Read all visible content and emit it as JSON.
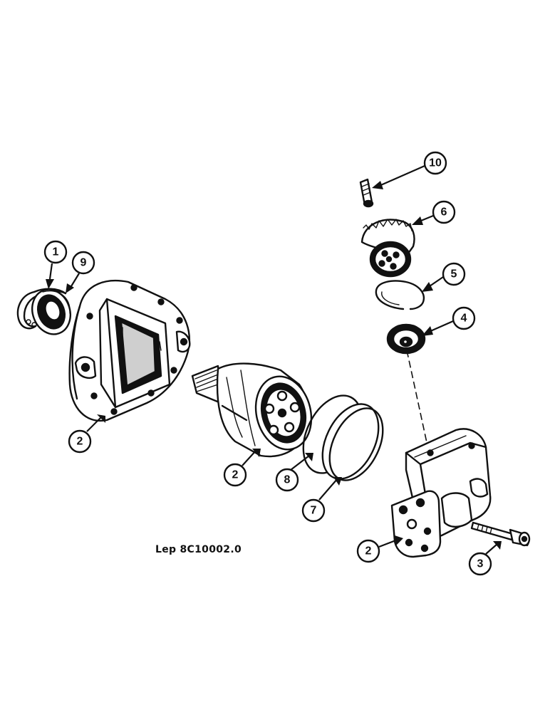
{
  "reference": "Lep 8C10002.0",
  "callouts": [
    {
      "id": "c1",
      "number": "1"
    },
    {
      "id": "c9",
      "number": "9"
    },
    {
      "id": "c2a",
      "number": "2"
    },
    {
      "id": "c2b",
      "number": "2"
    },
    {
      "id": "c8",
      "number": "8"
    },
    {
      "id": "c7",
      "number": "7"
    },
    {
      "id": "c10",
      "number": "10"
    },
    {
      "id": "c6",
      "number": "6"
    },
    {
      "id": "c5",
      "number": "5"
    },
    {
      "id": "c4",
      "number": "4"
    },
    {
      "id": "c2c",
      "number": "2"
    },
    {
      "id": "c3",
      "number": "3"
    }
  ]
}
